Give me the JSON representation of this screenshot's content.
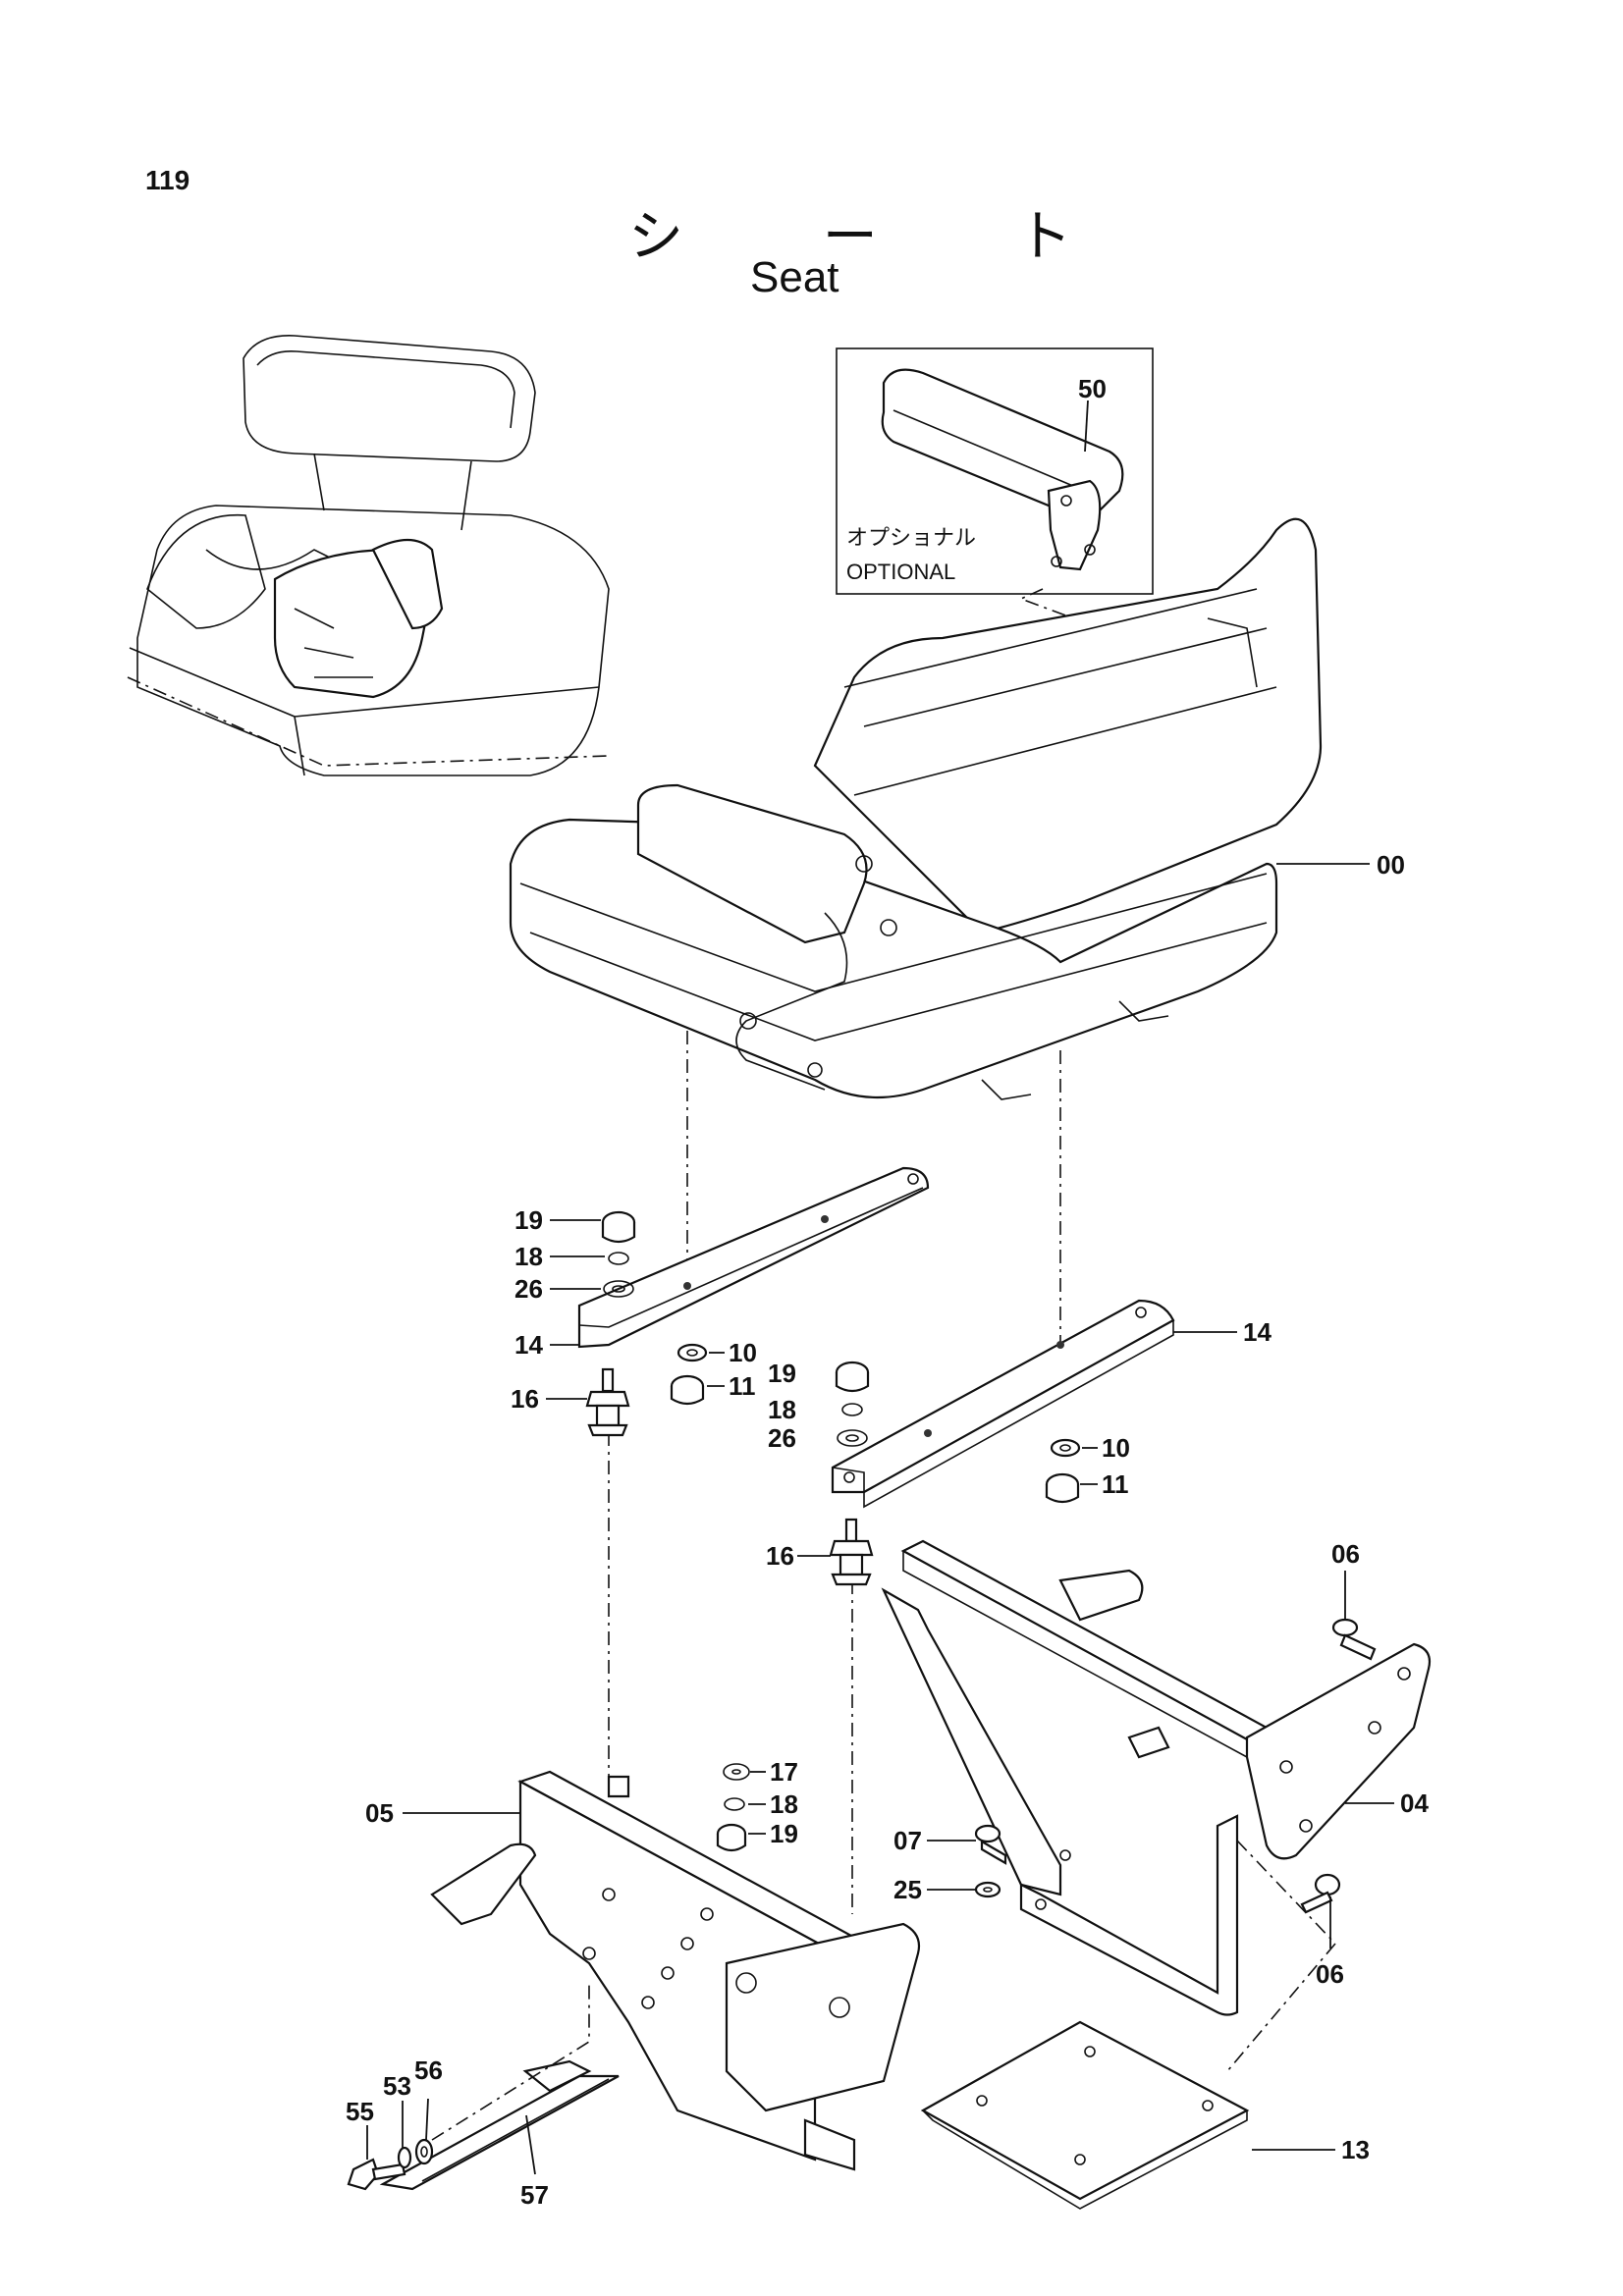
{
  "page": {
    "number": "119",
    "title_jp": "シ ー ト",
    "title_en": "Seat"
  },
  "optional_box": {
    "label_jp": "オプショナル",
    "label_en": "OPTIONAL"
  },
  "callouts": {
    "c50": "50",
    "c00": "00",
    "c19a": "19",
    "c18a": "18",
    "c26a": "26",
    "c14a": "14",
    "c10a": "10",
    "c11a": "11",
    "c16a": "16",
    "c14b": "14",
    "c19b": "19",
    "c18b": "18",
    "c26b": "26",
    "c10b": "10",
    "c11b": "11",
    "c16b": "16",
    "c06a": "06",
    "c04": "04",
    "c05": "05",
    "c17": "17",
    "c18c": "18",
    "c19c": "19",
    "c07": "07",
    "c25": "25",
    "c06b": "06",
    "c55": "55",
    "c53": "53",
    "c56": "56",
    "c57": "57",
    "c13": "13"
  }
}
